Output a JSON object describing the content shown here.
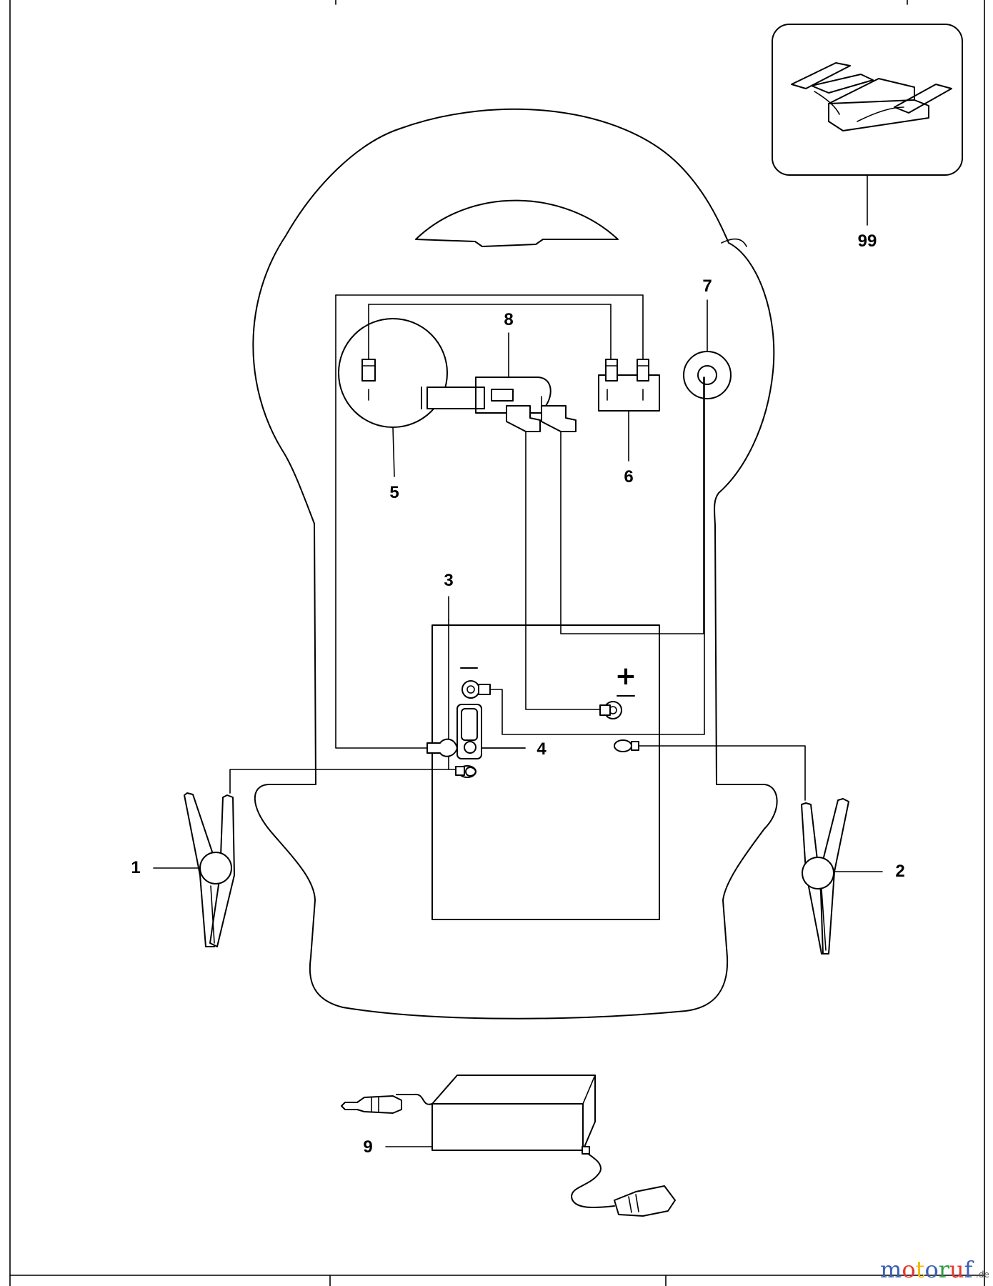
{
  "callouts": {
    "clamp_negative": "1",
    "clamp_positive": "2",
    "battery": "3",
    "fuse_holder": "4",
    "light": "5",
    "switch_panel": "6",
    "indicator": "7",
    "socket": "8",
    "charger": "9",
    "tool_case": "99"
  },
  "battery_terminals": {
    "minus_symbol": "−",
    "plus_symbol": "+",
    "minus_symbol_2": "−"
  },
  "watermark": {
    "letters": [
      "m",
      "o",
      "t",
      "o",
      "r",
      "u",
      "f"
    ],
    "tld": ".de",
    "colors": [
      "#3b5eb5",
      "#e03a2f",
      "#f2b705",
      "#3b5eb5",
      "#2e9a42",
      "#e03a2f",
      "#3b5eb5"
    ]
  }
}
